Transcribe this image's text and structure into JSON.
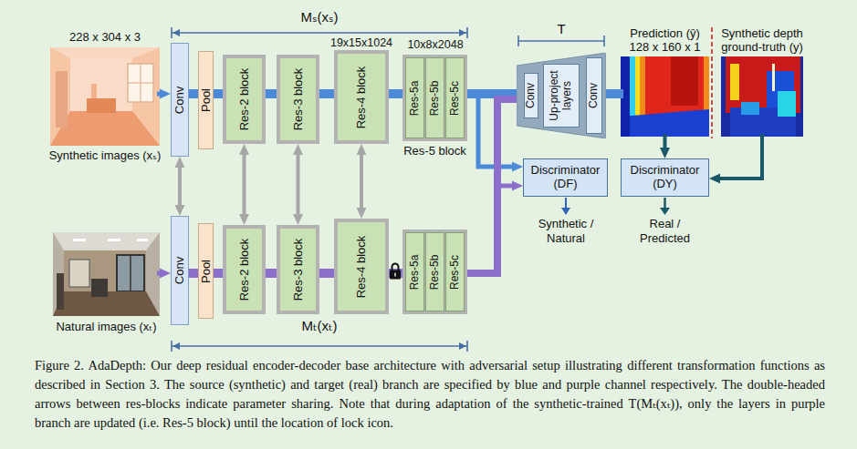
{
  "diagram": {
    "caption": "Figure 2. AdaDepth: Our deep residual encoder-decoder base architecture with adversarial setup illustrating different transformation functions as described in Section 3. The source (synthetic) and target (real) branch are specified by blue and purple channel respectively. The double-headed arrows between res-blocks indicate parameter sharing. Note that during adaptation of the synthetic-trained T(Mₜ(xₜ)), only the layers in purple branch are updated (i.e. Res-5 block) until the location of lock icon.",
    "nodes": [
      {
        "text": [
          "228 x 304 x 3",
          "Synthetic images (xₛ)"
        ]
      },
      {
        "text": [
          "Conv"
        ]
      },
      {
        "text": [
          "Pool"
        ]
      },
      {
        "text": [
          "Res-2 block"
        ]
      },
      {
        "text": [
          "Res-3 block"
        ]
      },
      {
        "text": [
          "Res-4 block"
        ]
      },
      {
        "text": [
          "Res-5 block"
        ]
      },
      {
        "text": [
          "Res-5a"
        ],
        "in": 6
      },
      {
        "text": [
          "Res-5b"
        ],
        "in": 6
      },
      {
        "text": [
          "Res-5c"
        ],
        "in": 6
      },
      {
        "text": [
          "T"
        ]
      },
      {
        "text": [
          "Conv"
        ],
        "in": 10
      },
      {
        "text": [
          "Up-project layers"
        ],
        "in": 10
      },
      {
        "text": [
          "Conv"
        ],
        "in": 10
      },
      {
        "text": [
          "Prediction (ŷ)",
          "128 x 160 x 1"
        ]
      },
      {
        "text": [
          "Synthetic depth ground-truth (y)"
        ]
      },
      {
        "text": [
          "Discriminator (DF)"
        ]
      },
      {
        "text": [
          "Discriminator (DY)"
        ]
      },
      {
        "text": [
          "Natural images (xₜ)"
        ]
      },
      {
        "text": [
          "Conv"
        ]
      },
      {
        "text": [
          "Pool"
        ]
      },
      {
        "text": [
          "Res-2 block"
        ]
      },
      {
        "text": [
          "Res-3 block"
        ]
      },
      {
        "text": [
          "Res-4 block"
        ]
      },
      {
        "text": []
      },
      {
        "text": [
          "Res-5a"
        ],
        "in": 24
      },
      {
        "text": [
          "Res-5b"
        ],
        "in": 24
      },
      {
        "text": [
          "Res-5c"
        ],
        "in": 24
      }
    ],
    "edges": [
      {
        "from": 0,
        "to": 1,
        "arrow": "to"
      },
      {
        "from": 1,
        "to": 2,
        "arrow": "none"
      },
      {
        "from": 2,
        "to": 3,
        "arrow": "none"
      },
      {
        "from": 3,
        "to": 4,
        "arrow": "none"
      },
      {
        "from": 4,
        "to": 5,
        "arrow": "none"
      },
      {
        "from": 5,
        "to": 6,
        "arrow": "none"
      },
      {
        "from": 6,
        "to": 10,
        "arrow": "none"
      },
      {
        "from": 10,
        "to": 14,
        "arrow": "none"
      },
      {
        "from": 6,
        "to": 16,
        "arrow": "to"
      },
      {
        "from": 14,
        "to": 17,
        "arrow": "to"
      },
      {
        "from": 15,
        "to": 17,
        "arrow": "to"
      },
      {
        "from": 18,
        "to": 19,
        "arrow": "to"
      },
      {
        "from": 19,
        "to": 20,
        "arrow": "none"
      },
      {
        "from": 20,
        "to": 21,
        "arrow": "none"
      },
      {
        "from": 21,
        "to": 22,
        "arrow": "none"
      },
      {
        "from": 22,
        "to": 23,
        "arrow": "none"
      },
      {
        "from": 23,
        "to": 24,
        "arrow": "none"
      },
      {
        "from": 24,
        "to": 16,
        "arrow": "to"
      },
      {
        "from": 24,
        "to": 10,
        "arrow": "none"
      },
      {
        "from": 1,
        "to": 19,
        "arrow": "both"
      },
      {
        "from": 3,
        "to": 21,
        "arrow": "both"
      },
      {
        "from": 4,
        "to": 22,
        "arrow": "both"
      },
      {
        "from": 5,
        "to": 23,
        "arrow": "both"
      }
    ],
    "labels": [
      "Mₛ(xₛ)",
      "19x15x1024",
      "10x8x2048",
      "Synthetic / Natural",
      "Real / Predicted",
      "Mₜ(xₜ)"
    ]
  }
}
